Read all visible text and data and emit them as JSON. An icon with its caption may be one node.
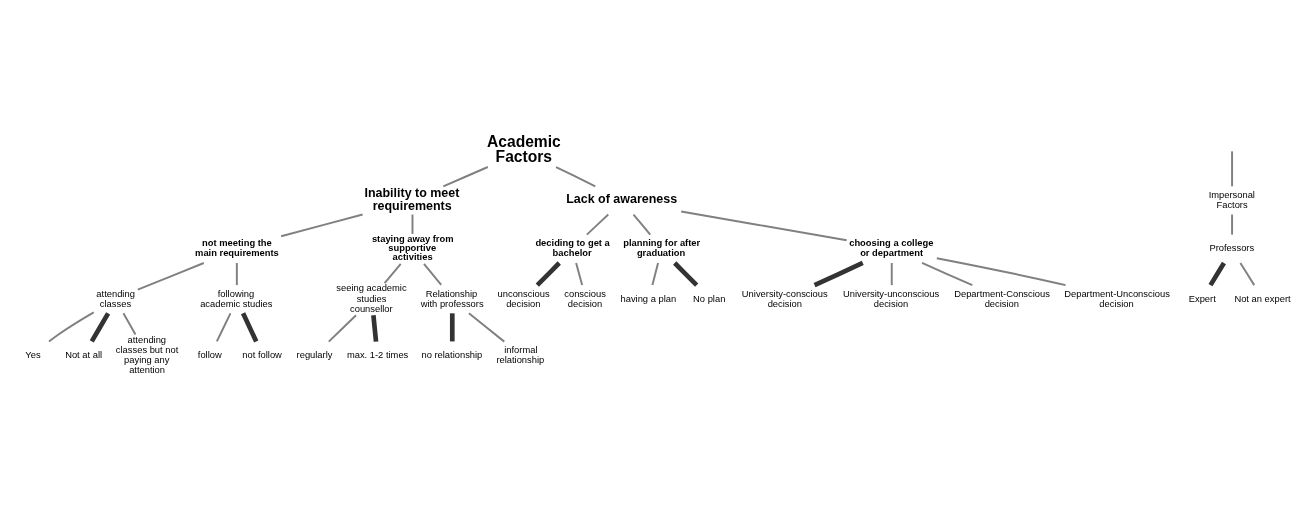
{
  "diagram": {
    "nodes": [
      {
        "text": [
          "Academic Factors"
        ]
      },
      {
        "text": [
          "Inability to meet requirements"
        ]
      },
      {
        "text": [
          "Lack of awareness"
        ]
      },
      {
        "text": [
          "not meeting the main requirements"
        ]
      },
      {
        "text": [
          "staying away from supportive activities"
        ]
      },
      {
        "text": [
          "attending classes"
        ]
      },
      {
        "text": [
          "following academic studies"
        ]
      },
      {
        "text": [
          "Yes"
        ]
      },
      {
        "text": [
          "Not at all"
        ]
      },
      {
        "text": [
          "attending classes but not paying any attention"
        ]
      },
      {
        "text": [
          "follow"
        ]
      },
      {
        "text": [
          "not follow"
        ]
      },
      {
        "text": [
          "seeing academic studies counsellor"
        ]
      },
      {
        "text": [
          "Relationship with professors"
        ]
      },
      {
        "text": [
          "regularly"
        ]
      },
      {
        "text": [
          "max. 1-2 times"
        ]
      },
      {
        "text": [
          "no relationship"
        ]
      },
      {
        "text": [
          "informal relationship"
        ]
      },
      {
        "text": [
          "Impersonal Factors"
        ]
      },
      {
        "text": [
          "Professors"
        ]
      },
      {
        "text": [
          "Expert"
        ]
      },
      {
        "text": [
          "Not an expert"
        ]
      },
      {
        "text": [
          "deciding to get a bachelor"
        ]
      },
      {
        "text": [
          "planning for after graduation"
        ]
      },
      {
        "text": [
          "choosing a college or department"
        ]
      },
      {
        "text": [
          "unconscious decision"
        ]
      },
      {
        "text": [
          "conscious decision"
        ]
      },
      {
        "text": [
          "having a plan"
        ]
      },
      {
        "text": [
          "No plan"
        ]
      },
      {
        "text": [
          "University-conscious decision"
        ]
      },
      {
        "text": [
          "University-unconscious decision"
        ]
      },
      {
        "text": [
          "Department-Conscious decision"
        ]
      },
      {
        "text": [
          "Department-Unconscious decision"
        ]
      }
    ],
    "edges": [
      {
        "from": 0,
        "to": 1,
        "arrow": "none"
      },
      {
        "from": 0,
        "to": 2,
        "arrow": "none"
      },
      {
        "from": 1,
        "to": 3,
        "arrow": "none"
      },
      {
        "from": 1,
        "to": 4,
        "arrow": "none"
      },
      {
        "from": 3,
        "to": 5,
        "arrow": "none"
      },
      {
        "from": 3,
        "to": 6,
        "arrow": "none"
      },
      {
        "from": 5,
        "to": 7,
        "arrow": "none"
      },
      {
        "from": 5,
        "to": 8,
        "arrow": "none",
        "style": "thick",
        "color": "#333333"
      },
      {
        "from": 5,
        "to": 9,
        "arrow": "none"
      },
      {
        "from": 6,
        "to": 10,
        "arrow": "none"
      },
      {
        "from": 6,
        "to": 11,
        "arrow": "none",
        "style": "thick",
        "color": "#333333"
      },
      {
        "from": 4,
        "to": 12,
        "arrow": "none"
      },
      {
        "from": 4,
        "to": 13,
        "arrow": "none"
      },
      {
        "from": 12,
        "to": 14,
        "arrow": "none"
      },
      {
        "from": 12,
        "to": 15,
        "arrow": "none",
        "style": "thick",
        "color": "#333333"
      },
      {
        "from": 13,
        "to": 16,
        "arrow": "none",
        "style": "thick",
        "color": "#333333"
      },
      {
        "from": 13,
        "to": 17,
        "arrow": "none"
      },
      {
        "from": null,
        "to": 18,
        "arrow": "none"
      },
      {
        "from": 18,
        "to": 19,
        "arrow": "none"
      },
      {
        "from": 19,
        "to": 20,
        "arrow": "none",
        "style": "thick",
        "color": "#333333"
      },
      {
        "from": 19,
        "to": 21,
        "arrow": "none"
      },
      {
        "from": 2,
        "to": 22,
        "arrow": "none"
      },
      {
        "from": 2,
        "to": 23,
        "arrow": "none"
      },
      {
        "from": 2,
        "to": 24,
        "arrow": "none"
      },
      {
        "from": 22,
        "to": 25,
        "arrow": "none",
        "style": "thick",
        "color": "#333333"
      },
      {
        "from": 22,
        "to": 26,
        "arrow": "none"
      },
      {
        "from": 23,
        "to": 27,
        "arrow": "none"
      },
      {
        "from": 23,
        "to": 28,
        "arrow": "none",
        "style": "thick",
        "color": "#333333"
      },
      {
        "from": 24,
        "to": 29,
        "arrow": "none",
        "style": "thick",
        "color": "#333333"
      },
      {
        "from": 24,
        "to": 30,
        "arrow": "none"
      },
      {
        "from": 24,
        "to": 31,
        "arrow": "none"
      },
      {
        "from": 24,
        "to": 32,
        "arrow": "none"
      }
    ]
  }
}
